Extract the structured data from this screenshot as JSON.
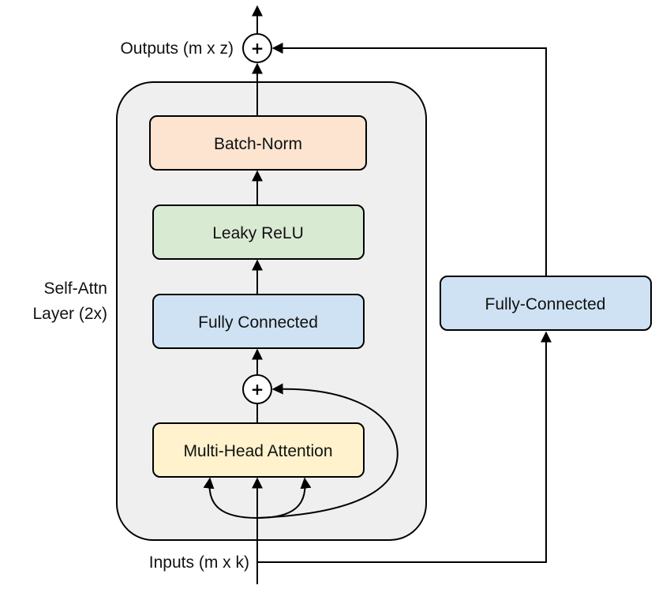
{
  "labels": {
    "outputs": "Outputs (m x z)",
    "inputs": "Inputs (m x k)",
    "layer_line1": "Self-Attn",
    "layer_line2": "Layer (2x)"
  },
  "blocks": {
    "batch_norm": "Batch-Norm",
    "leaky_relu": "Leaky ReLU",
    "fully_connected": "Fully Connected",
    "multi_head_attention": "Multi-Head Attention",
    "skip_fully_connected": "Fully-Connected"
  },
  "operators": {
    "add_symbol": "+"
  },
  "colors": {
    "batch_norm": "#fce4d0",
    "leaky_relu": "#d9ead3",
    "fully_connected": "#cfe2f3",
    "multi_head_attention": "#fff2cc",
    "layer_container": "#efefef",
    "stroke": "#000000"
  }
}
